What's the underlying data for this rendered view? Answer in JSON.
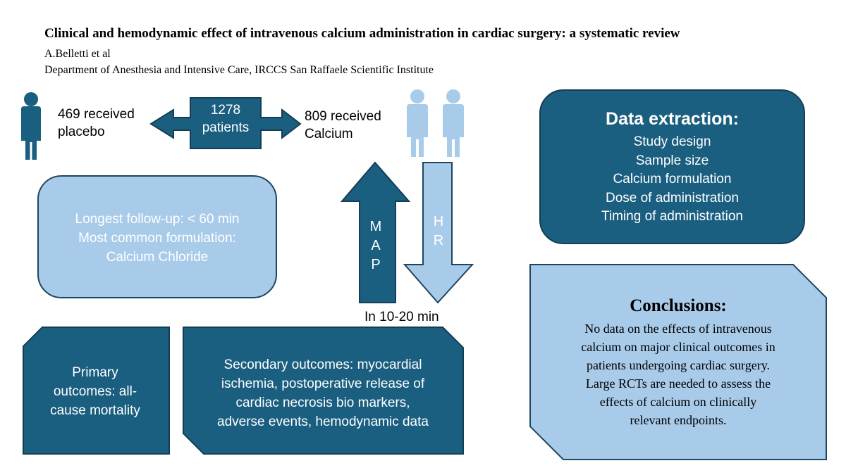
{
  "header": {
    "title": "Clinical and hemodynamic effect of intravenous calcium administration in cardiac surgery: a systematic review",
    "authors": "A.Belletti et al",
    "department": "Department of Anesthesia and Intensive Care, IRCCS San Raffaele Scientific Institute"
  },
  "population": {
    "placebo": [
      "469 received",
      "placebo"
    ],
    "total": [
      "1278",
      "patients"
    ],
    "calcium": [
      "809 received",
      "Calcium"
    ]
  },
  "summary": [
    "Longest follow-up: < 60 min",
    "Most common formulation:",
    "Calcium Chloride"
  ],
  "hemodynamics": {
    "map": [
      "M",
      "A",
      "P"
    ],
    "hr": [
      "H",
      "R"
    ],
    "timing": "In 10-20 min"
  },
  "extraction": {
    "title": "Data extraction:",
    "items": [
      "Study design",
      "Sample size",
      "Calcium formulation",
      "Dose of administration",
      "Timing of administration"
    ]
  },
  "outcomes": {
    "primary": [
      "Primary",
      "outcomes: all-",
      "cause mortality"
    ],
    "secondary": [
      "Secondary outcomes: myocardial",
      "ischemia, postoperative release of",
      "cardiac necrosis bio markers,",
      "adverse events, hemodynamic data"
    ]
  },
  "conclusions": {
    "title": "Conclusions:",
    "lines": [
      "No data on the effects of intravenous",
      "calcium on major clinical outcomes in",
      "patients undergoing cardiac surgery.",
      "Large RCTs are needed to assess the",
      "effects of calcium on clinically",
      "relevant endpoints."
    ]
  },
  "colors": {
    "dark_blue": "#1a5e80",
    "light_blue": "#a9cbea",
    "outline": "#163d56"
  }
}
